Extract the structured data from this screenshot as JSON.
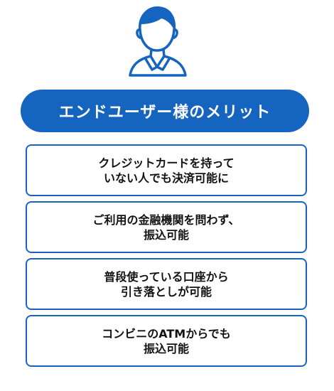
{
  "colors": {
    "accent": "#1565c0"
  },
  "icon": {
    "name": "user-icon"
  },
  "title": "エンドユーザー様のメリット",
  "benefits": [
    {
      "text": "クレジットカードを持って\nいない人でも決済可能に"
    },
    {
      "text": "ご利用の金融機関を問わず、\n振込可能"
    },
    {
      "text": "普段使っている口座から\n引き落としが可能"
    },
    {
      "text": "コンビニのATMからでも\n振込可能"
    }
  ]
}
